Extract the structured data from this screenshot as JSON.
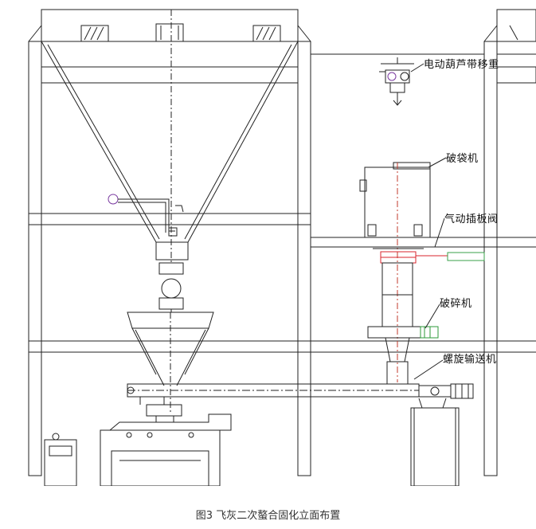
{
  "labels": {
    "hoist": "电动葫芦带移重",
    "bag_breaker": "破袋机",
    "pneumatic_valve": "气动插板阀",
    "crusher": "破碎机",
    "screw_conveyor": "螺旋输送机"
  },
  "caption": "图3 飞灰二次螯合固化立面布置",
  "colors": {
    "line": "#222222",
    "valve_red": "#d9262c",
    "motor_green": "#2e9a3a",
    "cylinder_green": "#3aa04a",
    "centerline": "#c0392b",
    "hoist_accent": "#7a3aa0"
  }
}
